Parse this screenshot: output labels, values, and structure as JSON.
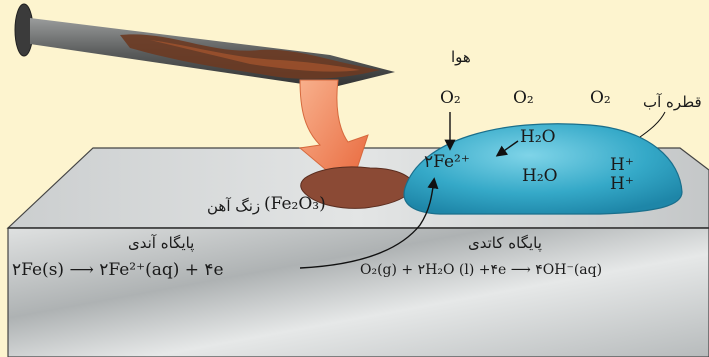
{
  "labels": {
    "air": "هوا",
    "water_drop": "قطره آب",
    "rust": "زنگ آهن",
    "rust_formula": "(Fe₂O₃)",
    "anode_site": "پایگاه آندی",
    "cathode_site": "پایگاه کاتدی"
  },
  "species": {
    "o2_1": "O₂",
    "o2_2": "O₂",
    "o2_3": "O₂",
    "h2o_1": "H₂O",
    "h2o_2": "H₂O",
    "h_plus_1": "H⁺",
    "h_plus_2": "H⁺",
    "fe2_in_drop": "۲Fe²⁺"
  },
  "equations": {
    "anode": "۲Fe(s) ⟶ ۲Fe²⁺(aq) + ۴e",
    "cathode": "O₂(g) + ۲H₂O (l) +۴e ⟶ ۴OH⁻(aq)"
  },
  "colors": {
    "background": "#fdf4cf",
    "metal": "#c9cccc",
    "water_drop": "#3fb2cf",
    "rust": "#8b4a35",
    "arrow_orange": "#ef7d4d"
  }
}
